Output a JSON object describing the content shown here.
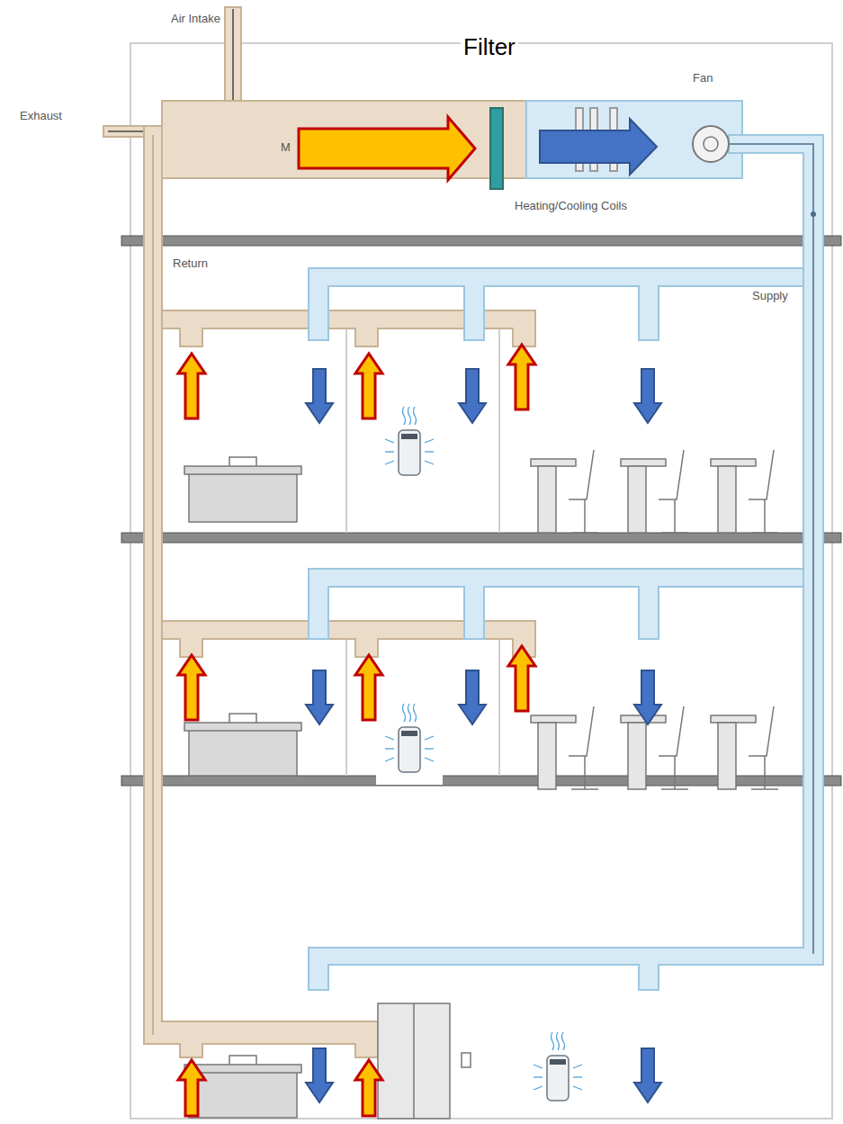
{
  "diagram": {
    "labels": [
      "Air Intake",
      "Exhaust",
      "M",
      "Filter",
      "Fan",
      "Heating/Cooling Coils",
      "Return",
      "Supply"
    ]
  }
}
